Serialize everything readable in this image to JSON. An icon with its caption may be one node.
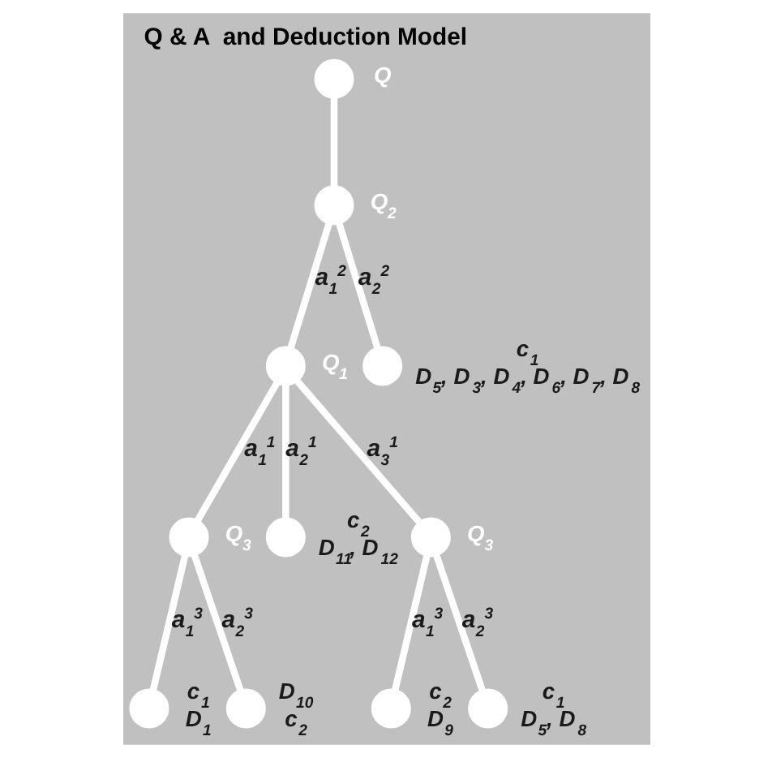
{
  "diagram": {
    "title": "Q & A  and Deduction Model",
    "nodes": [
      {
        "text": [],
        "shape": "circle",
        "beside": [
          "Q"
        ]
      },
      {
        "text": [],
        "shape": "circle",
        "beside": [
          "Q$_{2}$"
        ]
      },
      {
        "text": [],
        "shape": "circle",
        "beside": [
          "Q$_{1}$"
        ]
      },
      {
        "text": [],
        "shape": "circle",
        "beside": [
          "c$_{1}$",
          "D$_{5}$, D$_{3}$, D$_{4}$, D$_{6}$, D$_{7}$, D$_{8}$"
        ]
      },
      {
        "text": [],
        "shape": "circle",
        "beside": [
          "Q$_{3}$"
        ]
      },
      {
        "text": [],
        "shape": "circle",
        "beside": [
          "c$_{2}$",
          "D$_{11}$, D$_{12}$"
        ]
      },
      {
        "text": [],
        "shape": "circle",
        "beside": [
          "Q$_{3}$"
        ]
      },
      {
        "text": [],
        "shape": "circle",
        "beside": [
          "c$_{1}$",
          "D$_{1}$"
        ]
      },
      {
        "text": [],
        "shape": "circle",
        "beside": [
          "D$_{10}$",
          "c$_{2}$"
        ]
      },
      {
        "text": [],
        "shape": "circle",
        "beside": [
          "c$_{2}$",
          "D$_{9}$"
        ]
      },
      {
        "text": [],
        "shape": "circle",
        "beside": [
          "c$_{1}$",
          "D$_{5}$, D$_{8}$"
        ]
      }
    ],
    "edges": [
      {
        "from": 0,
        "to": 1,
        "arrow": "none"
      },
      {
        "from": 1,
        "to": 2,
        "arrow": "none",
        "label": "a$_{1}$$^{2}$"
      },
      {
        "from": 1,
        "to": 3,
        "arrow": "none",
        "label": "a$_{2}$$^{2}$"
      },
      {
        "from": 2,
        "to": 4,
        "arrow": "none",
        "label": "a$_{1}$$^{1}$"
      },
      {
        "from": 2,
        "to": 5,
        "arrow": "none",
        "label": "a$_{2}$$^{1}$"
      },
      {
        "from": 2,
        "to": 6,
        "arrow": "none",
        "label": "a$_{3}$$^{1}$"
      },
      {
        "from": 4,
        "to": 7,
        "arrow": "none",
        "label": "a$_{1}$$^{3}$"
      },
      {
        "from": 4,
        "to": 8,
        "arrow": "none",
        "label": "a$_{2}$$^{3}$"
      },
      {
        "from": 6,
        "to": 9,
        "arrow": "none",
        "label": "a$_{1}$$^{3}$"
      },
      {
        "from": 6,
        "to": 10,
        "arrow": "none",
        "label": "a$_{2}$$^{3}$"
      }
    ]
  }
}
